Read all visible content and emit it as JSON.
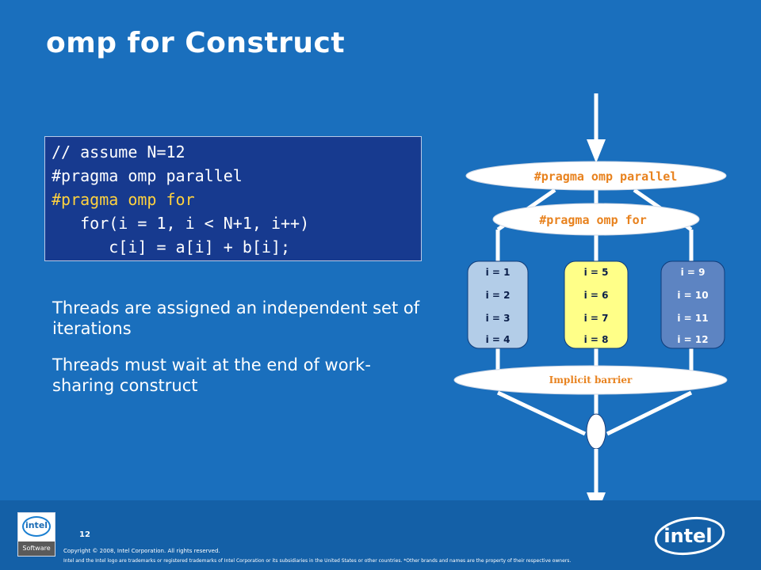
{
  "title": "omp for Construct",
  "code": {
    "lines": [
      {
        "text": "// assume N=12",
        "highlight": false
      },
      {
        "text": "#pragma omp parallel",
        "highlight": false
      },
      {
        "text": "#pragma omp for",
        "highlight": true
      },
      {
        "text": "   for(i = 1, i < N+1, i++)",
        "highlight": false
      },
      {
        "text": "      c[i] = a[i] + b[i];",
        "highlight": false
      }
    ],
    "highlight_color": "#ffd23f"
  },
  "bullets": [
    "Threads are assigned an independent set of iterations",
    "Threads must wait at the end of work-sharing construct"
  ],
  "diagram": {
    "parallel_label": "#pragma omp parallel",
    "for_label": "#pragma omp for",
    "barrier_label": "Implicit barrier",
    "label_color": "#e8821e",
    "threads": [
      {
        "iterations": [
          "i = 1",
          "i = 2",
          "i = 3",
          "i = 4"
        ],
        "color": "#b3cde8"
      },
      {
        "iterations": [
          "i = 5",
          "i = 6",
          "i = 7",
          "i = 8"
        ],
        "color": "#ffff88"
      },
      {
        "iterations": [
          "i = 9",
          "i = 10",
          "i = 11",
          "i = 12"
        ],
        "color": "#5d84c2"
      }
    ]
  },
  "footer": {
    "page_number": "12",
    "copyright": "Copyright © 2008, Intel Corporation. All rights reserved.",
    "trademark": "Intel and the Intel logo are trademarks or registered trademarks of Intel Corporation or its subsidiaries in the United States or other countries. *Other brands and names are the property of their respective owners.",
    "software_logo_ring": "intel",
    "software_logo_label": "Software",
    "intel_logo": "intel"
  }
}
